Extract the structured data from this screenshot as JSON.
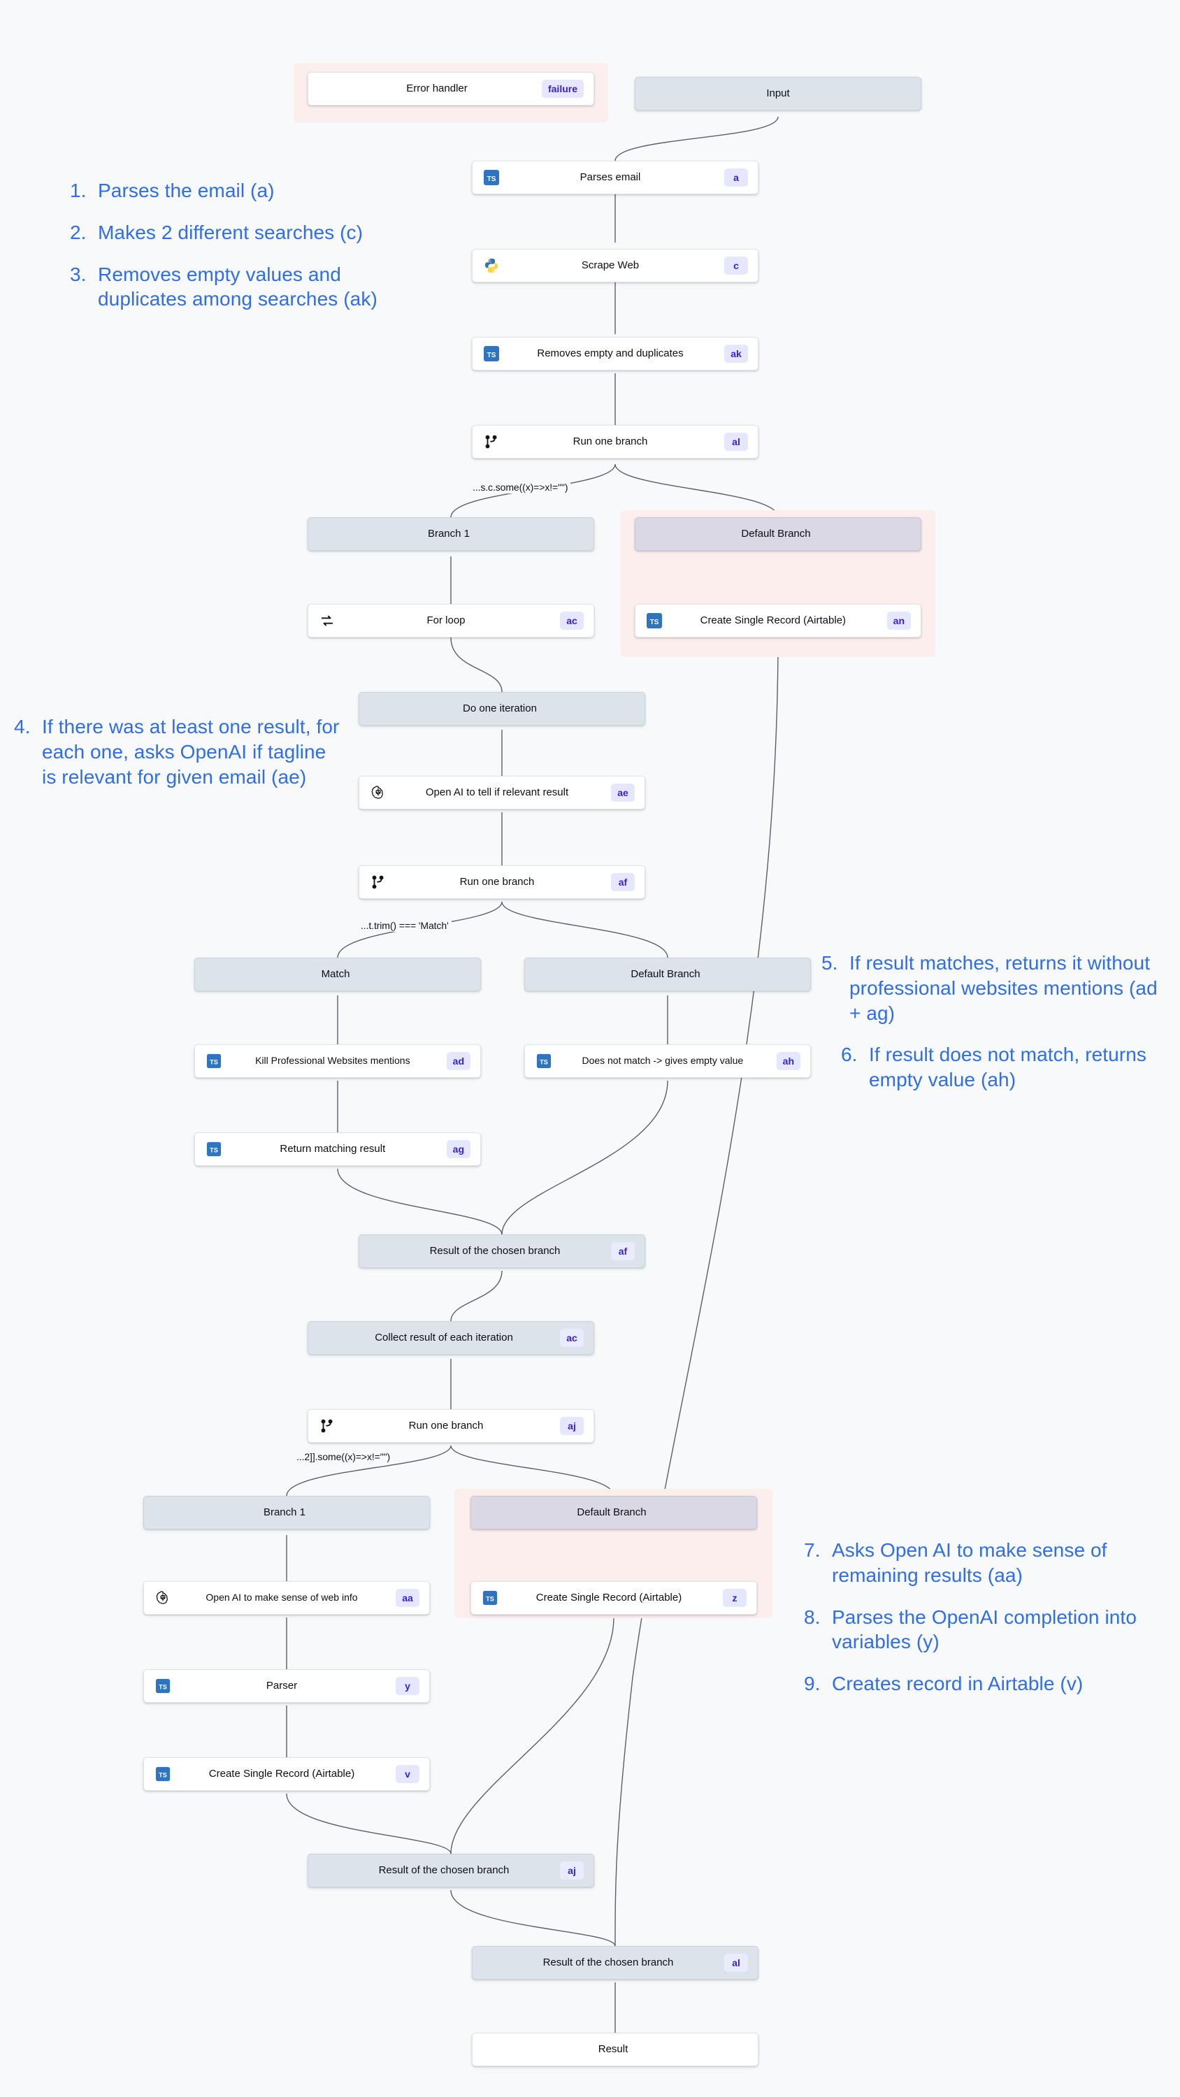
{
  "colors": {
    "canvas_bg": "#f7f9fb",
    "annotation_blue": "#2f6ee8",
    "badge_bg": "#e5e7ff",
    "badge_text": "#3b1fd0",
    "gray_node": "#dce3ea",
    "error_group": "#fdeeee",
    "pink_group": "#fbeae8"
  },
  "nodes": {
    "error_handler": {
      "label": "Error handler",
      "badge": "failure",
      "icon": "none"
    },
    "input": {
      "label": "Input",
      "badge": "",
      "icon": "none"
    },
    "parses_email": {
      "label": "Parses email",
      "badge": "a",
      "icon": "typescript-icon"
    },
    "scrape_web": {
      "label": "Scrape Web",
      "badge": "c",
      "icon": "python-icon"
    },
    "removes_empty": {
      "label": "Removes empty and duplicates",
      "badge": "ak",
      "icon": "typescript-icon"
    },
    "run_one_branch_al": {
      "label": "Run one branch",
      "badge": "al",
      "icon": "branch-icon"
    },
    "branch_1_top": {
      "label": "Branch 1",
      "badge": "",
      "icon": "none"
    },
    "default_branch_top": {
      "label": "Default Branch",
      "badge": "",
      "icon": "none"
    },
    "for_loop": {
      "label": "For loop",
      "badge": "ac",
      "icon": "loop-icon"
    },
    "create_record_an": {
      "label": "Create Single Record (Airtable)",
      "badge": "an",
      "icon": "typescript-icon"
    },
    "do_one_iteration": {
      "label": "Do one iteration",
      "badge": "",
      "icon": "none"
    },
    "openai_relevant": {
      "label": "Open AI to tell if relevant result",
      "badge": "ae",
      "icon": "openai-icon"
    },
    "run_one_branch_af": {
      "label": "Run one branch",
      "badge": "af",
      "icon": "branch-icon"
    },
    "match_branch": {
      "label": "Match",
      "badge": "",
      "icon": "none"
    },
    "default_branch_mid": {
      "label": "Default Branch",
      "badge": "",
      "icon": "none"
    },
    "kill_mentions": {
      "label": "Kill Professional Websites mentions",
      "badge": "ad",
      "icon": "typescript-icon"
    },
    "does_not_match": {
      "label": "Does not match -> gives empty value",
      "badge": "ah",
      "icon": "typescript-icon"
    },
    "return_matching": {
      "label": "Return matching result",
      "badge": "ag",
      "icon": "typescript-icon"
    },
    "result_chosen_af": {
      "label": "Result of the chosen branch",
      "badge": "af",
      "icon": "none"
    },
    "collect_result": {
      "label": "Collect result of each iteration",
      "badge": "ac",
      "icon": "none"
    },
    "run_one_branch_aj": {
      "label": "Run one branch",
      "badge": "aj",
      "icon": "branch-icon"
    },
    "branch_1_bottom": {
      "label": "Branch 1",
      "badge": "",
      "icon": "none"
    },
    "default_branch_bottom": {
      "label": "Default Branch",
      "badge": "",
      "icon": "none"
    },
    "openai_web_info": {
      "label": "Open AI to make sense of web info",
      "badge": "aa",
      "icon": "openai-icon"
    },
    "create_record_z": {
      "label": "Create Single Record (Airtable)",
      "badge": "z",
      "icon": "typescript-icon"
    },
    "parser": {
      "label": "Parser",
      "badge": "y",
      "icon": "typescript-icon"
    },
    "create_record_v": {
      "label": "Create Single Record (Airtable)",
      "badge": "v",
      "icon": "typescript-icon"
    },
    "result_chosen_aj": {
      "label": "Result of the chosen branch",
      "badge": "aj",
      "icon": "none"
    },
    "result_chosen_al": {
      "label": "Result of the chosen branch",
      "badge": "al",
      "icon": "none"
    },
    "result": {
      "label": "Result",
      "badge": "",
      "icon": "none"
    }
  },
  "edge_labels": {
    "cond_top": "...s.c.some((x)=>x!=\"\")",
    "cond_match": "...t.trim() === 'Match'",
    "cond_bottom": "...2]].some((x)=>x!=\"\")"
  },
  "annotations_left": [
    {
      "num": "1.",
      "text": "Parses the email (a)"
    },
    {
      "num": "2.",
      "text": "Makes 2 different searches (c)"
    },
    {
      "num": "3.",
      "text": "Removes empty values and duplicates among searches (ak)"
    }
  ],
  "annotation_four": [
    {
      "num": "4.",
      "text": "If there was at least one result, for each one, asks OpenAI if tagline is relevant for given email (ae)"
    }
  ],
  "annotations_right_mid": [
    {
      "num": "5.",
      "text": "If result matches, returns it without professional websites mentions (ad + ag)"
    },
    {
      "num": "6.",
      "text": "If result does not match, returns empty value (ah)"
    }
  ],
  "annotations_right_bottom": [
    {
      "num": "7.",
      "text": "Asks Open AI to make sense of remaining results (aa)"
    },
    {
      "num": "8.",
      "text": "Parses the OpenAI completion into variables (y)"
    },
    {
      "num": "9.",
      "text": "Creates record in Airtable (v)"
    }
  ]
}
